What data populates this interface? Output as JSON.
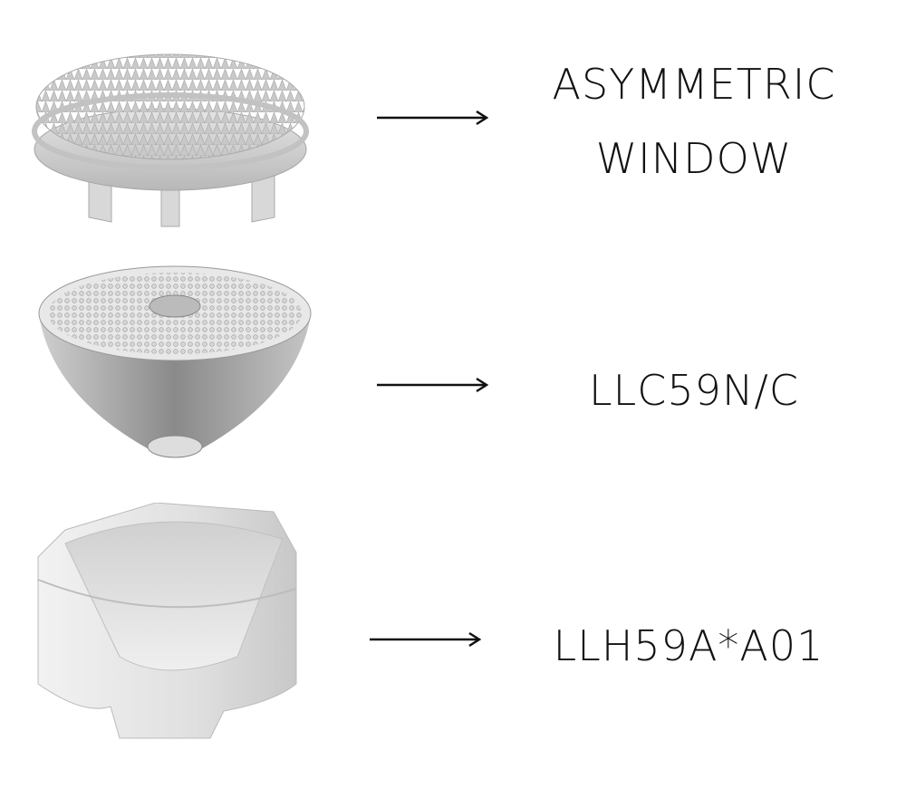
{
  "components": [
    {
      "label_lines": [
        "ASYMMETRIC",
        "WINDOW"
      ],
      "image": "asymmetric-window-lens"
    },
    {
      "label_lines": [
        "LLC59N/C"
      ],
      "image": "llc59-reflector-cone"
    },
    {
      "label_lines": [
        "LLH59A*A01"
      ],
      "image": "llh59-holder"
    }
  ],
  "colors": {
    "text": "#111111",
    "arrow": "#111111",
    "background": "#ffffff"
  }
}
